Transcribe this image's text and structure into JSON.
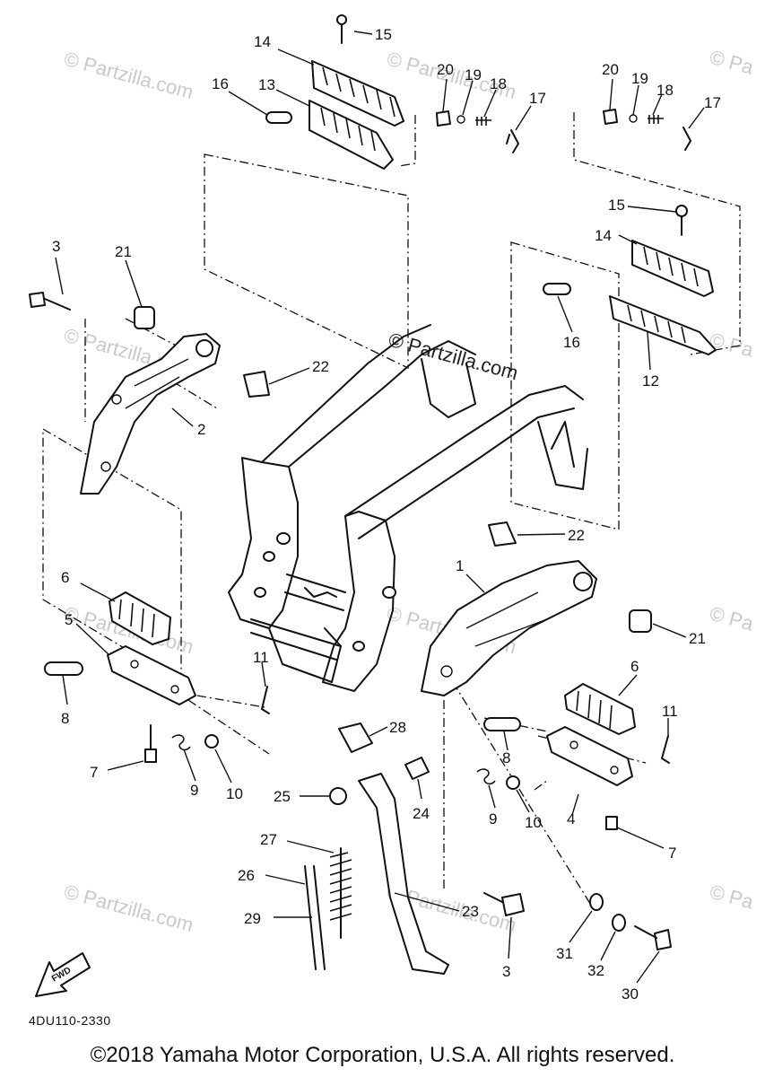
{
  "watermark": {
    "text": "© Partzilla.com",
    "fragment_text": "© Pa"
  },
  "diagram_code": "4DU110-2330",
  "fwd_label": "FWD",
  "copyright": "©2018 Yamaha Motor Corporation, U.S.A. All rights reserved.",
  "callouts": [
    "1",
    "2",
    "3",
    "4",
    "5",
    "6",
    "7",
    "8",
    "9",
    "10",
    "11",
    "12",
    "13",
    "14",
    "15",
    "16",
    "17",
    "18",
    "19",
    "20",
    "21",
    "22",
    "23",
    "24",
    "25",
    "26",
    "27",
    "28",
    "29",
    "30",
    "31",
    "32"
  ]
}
